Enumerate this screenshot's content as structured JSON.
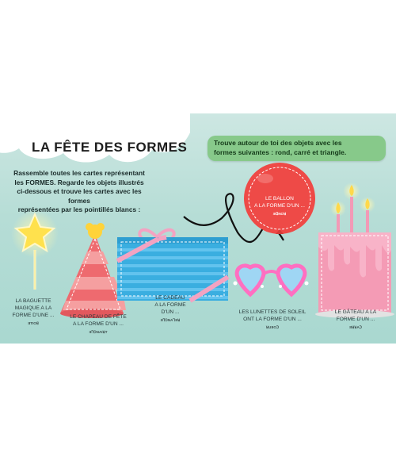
{
  "page": {
    "title": "LA FÊTE DES FORMES",
    "bubble_line1": "Trouve autour de toi des objets avec les",
    "bubble_line2": "formes suivantes : rond, carré et triangle.",
    "intro": {
      "line1": "Rassemble toutes les cartes représentant",
      "line2": "les FORMES. Regarde les objets illustrés",
      "line3": "ci-dessous et trouve les cartes avec les formes",
      "line4": "représentées par les pointillés blancs :"
    }
  },
  "items": {
    "baguette": {
      "l1": "LA BAGUETTE",
      "l2": "MAGIQUE A LA",
      "l3": "FORME D'UNE ...",
      "code": "ƎTIOꓭ"
    },
    "chapeau": {
      "l1": "LE CHAPEAU DE FÊTE",
      "l2": "A LA FORME D'UN ...",
      "code": "ƎꓶꓨNAIꓤT"
    },
    "cadeau": {
      "l1": "LE CADEAU",
      "l2": "A LA FORME",
      "l3": "D'UN ...",
      "code": "ƎꓶꓨNAꓶƎꓤ"
    },
    "ballon": {
      "l1": "LE BALLON",
      "l2": "A LA FORME D'UN ...",
      "code": "ƎꓷNOꓤ"
    },
    "lunettes": {
      "l1": "LES LUNETTES DE SOLEIL",
      "l2": "ONT LA FORME D'UN ...",
      "code": "ꓤUƎOꓛ"
    },
    "gateau": {
      "l1": "LE GÂTEAU A LA",
      "l2": "FORME D'UN ...",
      "code": "ƎꓤꓤAꓛ"
    }
  },
  "colors": {
    "background": "#b6ddd6",
    "bubble": "#87c98a",
    "hat": "#ee6a6f",
    "gift": "#3fb3e4",
    "ribbon": "#f3a3c2",
    "balloon": "#ee4a47",
    "glasses": "#ff6fc1",
    "lens": "#9fd6f4",
    "cake": "#f49bb5",
    "star": "#ffe14d"
  }
}
